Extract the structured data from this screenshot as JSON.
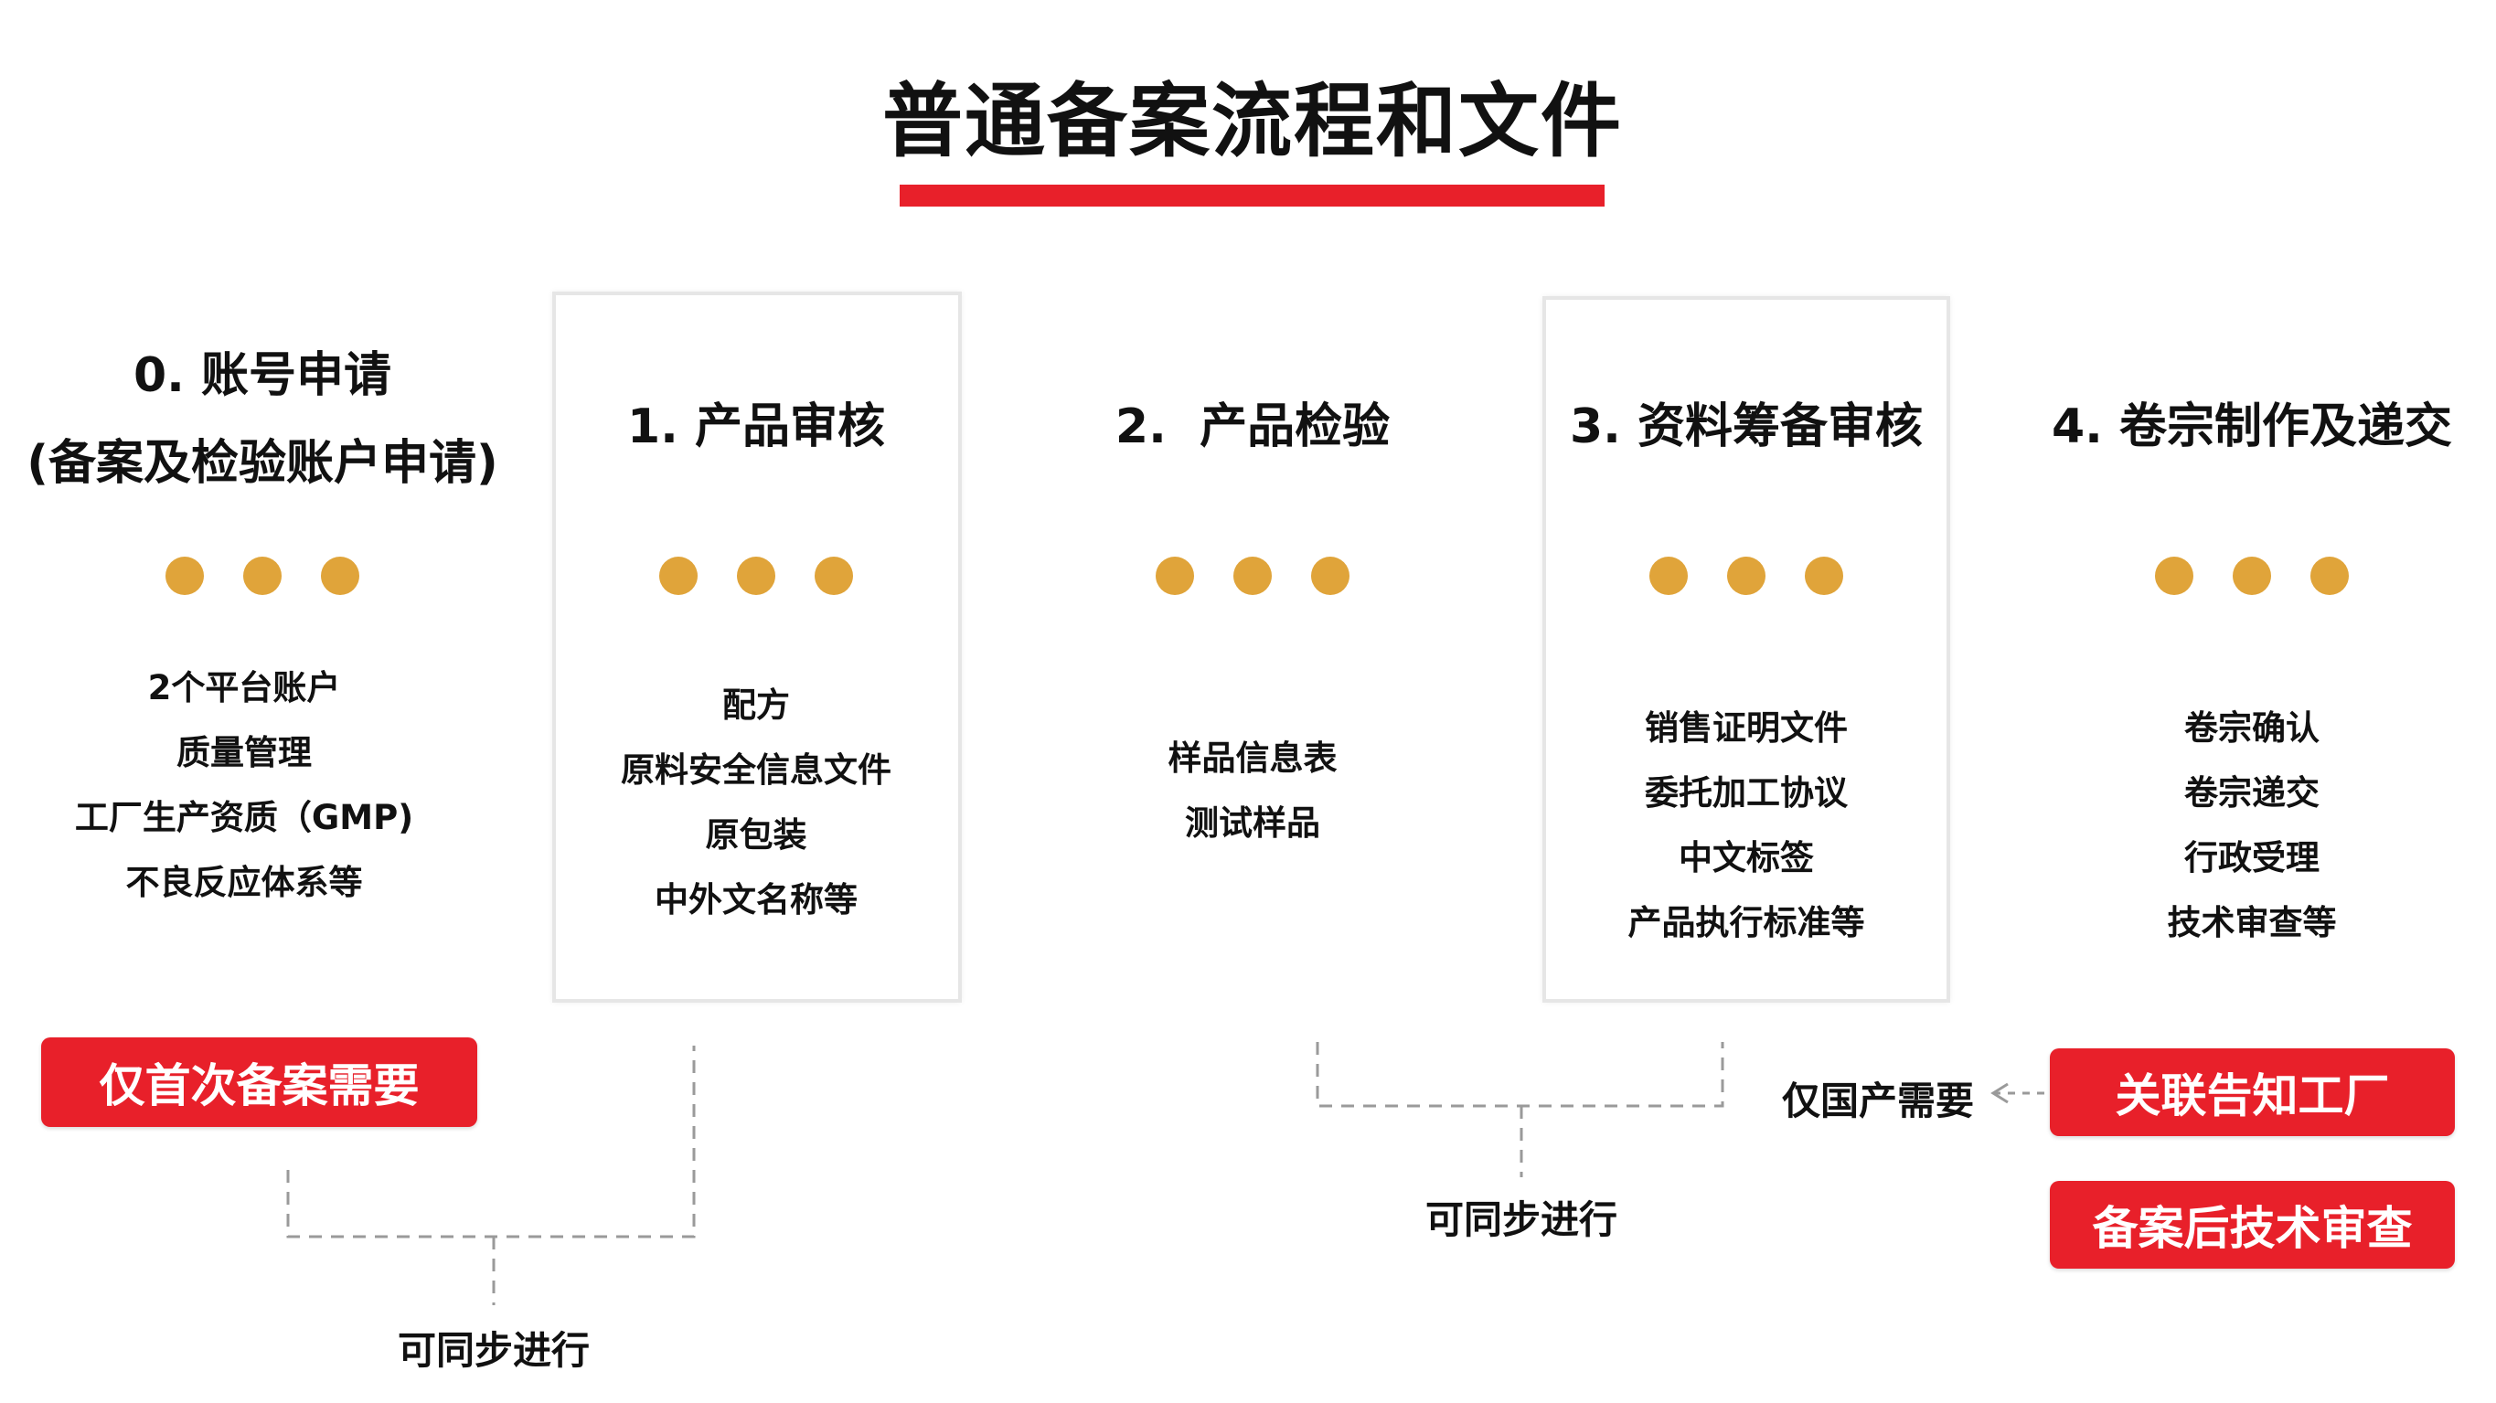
{
  "title": "普通备案流程和文件",
  "steps": [
    {
      "heading": [
        "0. 账号申请",
        "(备案及检验账户申请)"
      ],
      "items": [
        "2个平台账户",
        "质量管理",
        "工厂生产资质（GMP)",
        "不良反应体系等"
      ]
    },
    {
      "heading": [
        "1. 产品审核"
      ],
      "items": [
        "配方",
        "原料安全信息文件",
        "原包装",
        "中外文名称等"
      ]
    },
    {
      "heading": [
        "2.  产品检验"
      ],
      "items": [
        "样品信息表",
        "测试样品"
      ]
    },
    {
      "heading": [
        "3. 资料筹备审核"
      ],
      "items": [
        "销售证明文件",
        "委托加工协议",
        "中文标签",
        "产品执行标准等"
      ]
    },
    {
      "heading": [
        "4. 卷宗制作及递交"
      ],
      "items": [
        "卷宗确认",
        "卷宗递交",
        "行政受理",
        "技术审查等"
      ]
    }
  ],
  "notes": {
    "first_time_only": "仅首次备案需要",
    "sync_left": "可同步进行",
    "sync_right": "可同步进行",
    "domestic_only": "仅国产需要",
    "linked_factory": "关联告知工厂",
    "post_review": "备案后技术审查"
  },
  "colors": {
    "accent": "#e8202a",
    "dot": "#e0a43a"
  }
}
